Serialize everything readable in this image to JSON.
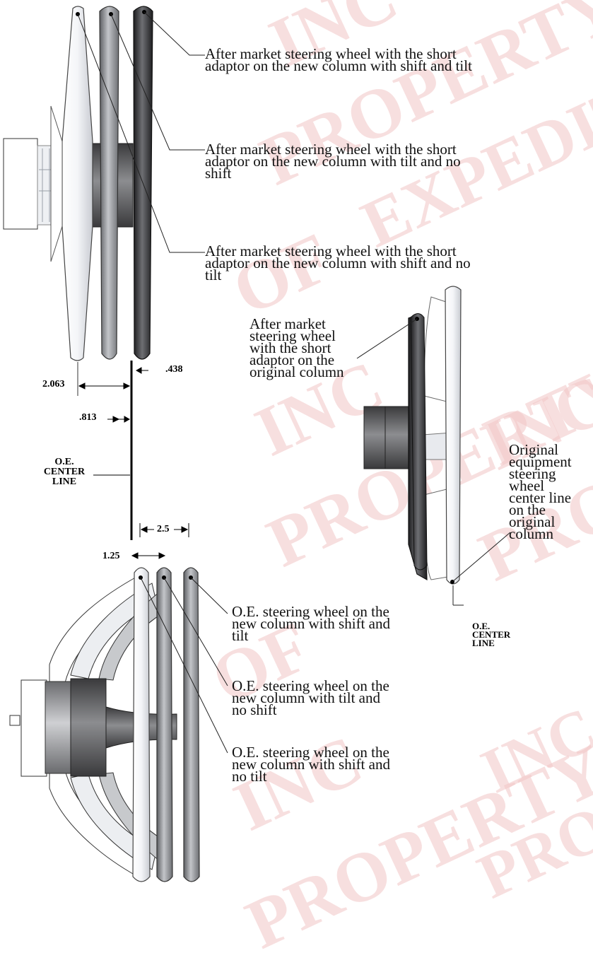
{
  "watermark": {
    "words": [
      "INC",
      "PROPERTY",
      "EXPEDITION",
      "OF",
      "INC",
      "PROPERTY",
      "INC",
      "PROPERTY",
      "OF",
      "INC",
      "PROPERTY",
      "INC",
      "PROPERTY"
    ],
    "color": "#e9a0a0"
  },
  "top_group": {
    "callouts": [
      "After market steering wheel with the short\nadaptor on the new column with shift and tilt",
      "After market steering wheel with the short\nadaptor on the new column with tilt and no\nshift",
      "After market steering wheel with the short\nadaptor on the new column with shift and no\ntilt"
    ]
  },
  "dimensions": {
    "d_2063": "2.063",
    "d_438": ".438",
    "d_813": ".813",
    "centerline_label": "O.E.\nCENTER\nLINE",
    "d_25": "2.5",
    "d_125": "1.25"
  },
  "right_group": {
    "aftermarket_callout": "After market\nsteering wheel\nwith the short\nadaptor on the\noriginal column",
    "oe_callout": "Original\nequipment\nsteering\nwheel\ncenter line\non the\noriginal\ncolumn",
    "centerline_label": "O.E.\nCENTER\nLINE"
  },
  "bottom_group": {
    "callouts": [
      "O.E. steering wheel on the\nnew column with shift and\ntilt",
      "O.E. steering wheel on the\nnew column with tilt and\nno shift",
      "O.E. steering wheel on the\nnew column with shift and\nno tilt"
    ]
  }
}
